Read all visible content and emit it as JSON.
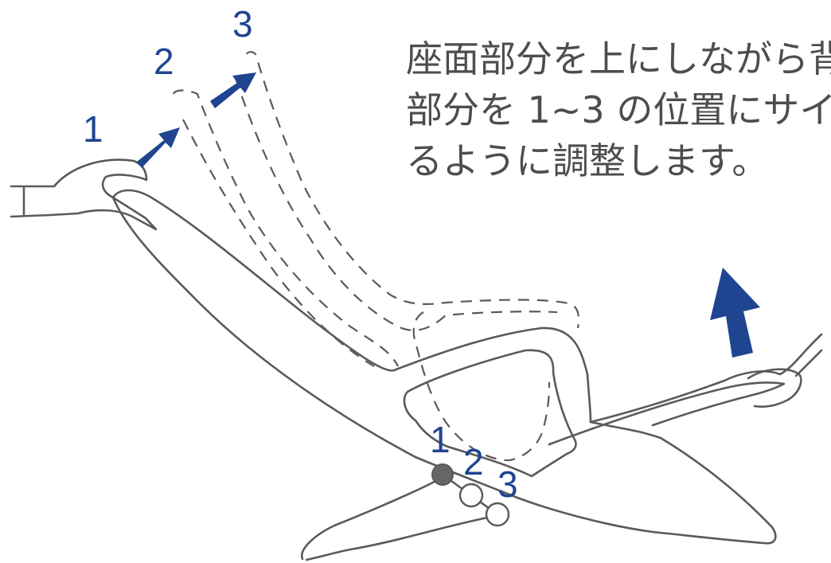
{
  "instruction": {
    "line1": "座面部分を上にしながら背",
    "line2": "部分を 1~3 の位置にサイ",
    "line3": "るように調整します。"
  },
  "backrest_positions": [
    "1",
    "2",
    "3"
  ],
  "pivot_positions": [
    "1",
    "2",
    "3"
  ],
  "colors": {
    "accent": "#1f4591",
    "outline": "#5a5a5a",
    "pivot_selected": "#666666"
  }
}
